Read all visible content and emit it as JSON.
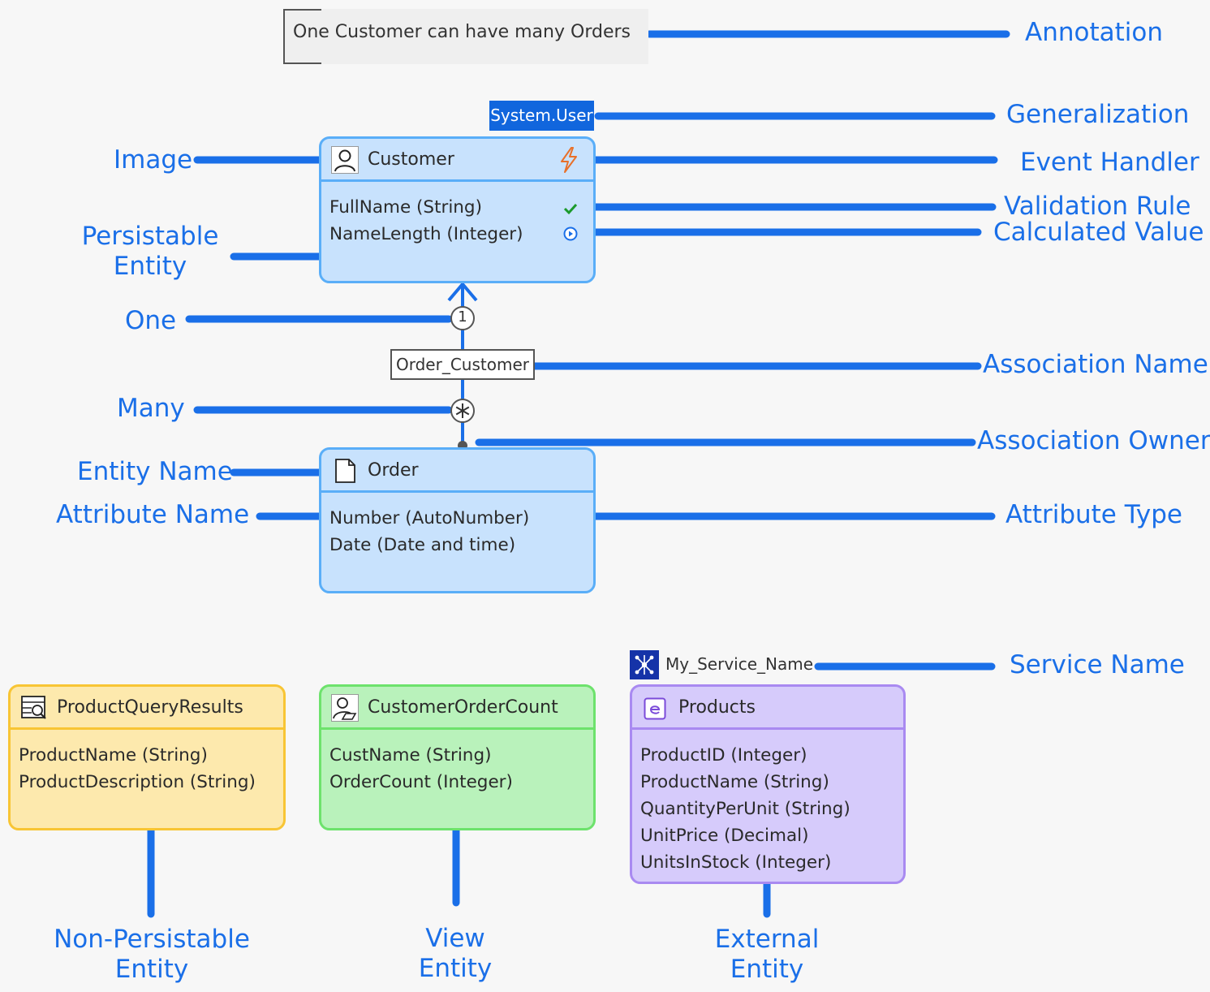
{
  "annotation": {
    "text": "One Customer can have many Orders"
  },
  "generalization": {
    "label": "System.User"
  },
  "association": {
    "name": "Order_Customer",
    "one_marker": "1"
  },
  "entities": {
    "customer": {
      "name": "Customer",
      "attributes": [
        "FullName (String)",
        "NameLength (Integer)"
      ]
    },
    "order": {
      "name": "Order",
      "attributes": [
        "Number (AutoNumber)",
        "Date (Date and time)"
      ]
    },
    "product_query": {
      "name": "ProductQueryResults",
      "attributes": [
        "ProductName (String)",
        "ProductDescription (String)"
      ]
    },
    "customer_order_count": {
      "name": "CustomerOrderCount",
      "attributes": [
        "CustName (String)",
        "OrderCount (Integer)"
      ]
    },
    "products": {
      "name": "Products",
      "attributes": [
        "ProductID (Integer)",
        "ProductName (String)",
        "QuantityPerUnit (String)",
        "UnitPrice (Decimal)",
        "UnitsInStock (Integer)"
      ]
    }
  },
  "service": {
    "name": "My_Service_Name"
  },
  "callouts": {
    "annotation": "Annotation",
    "generalization": "Generalization",
    "image": "Image",
    "event_handler": "Event Handler",
    "validation_rule": "Validation Rule",
    "calculated_value": "Calculated Value",
    "persistable_entity": [
      "Persistable",
      "Entity"
    ],
    "one": "One",
    "association_name": "Association Name",
    "many": "Many",
    "association_owner": "Association Owner",
    "entity_name": "Entity Name",
    "attribute_name": "Attribute Name",
    "attribute_type": "Attribute Type",
    "service_name": "Service Name",
    "non_persistable_entity": [
      "Non-Persistable",
      "Entity"
    ],
    "view_entity": [
      "View",
      "Entity"
    ],
    "external_entity": [
      "External",
      "Entity"
    ]
  },
  "colors": {
    "callout_blue": "#1a6fe8",
    "persistable_fill": "#c8e2fd",
    "persistable_border": "#5aaef8",
    "non_persistable_fill": "#fde9ad",
    "non_persistable_border": "#f8c534",
    "view_fill": "#b9f2bb",
    "view_border": "#6de26c",
    "external_fill": "#d6cbfb",
    "external_border": "#a98af1",
    "generalization_fill": "#1166dd"
  },
  "icons": {
    "customer": "user-icon",
    "order": "document-icon",
    "event_handler": "lightning-icon",
    "validation_rule": "checkmark-icon",
    "calculated_value": "play-circle-icon",
    "product_query": "query-icon",
    "customer_order_count": "user-view-icon",
    "products": "external-entity-icon",
    "service": "service-network-icon"
  }
}
